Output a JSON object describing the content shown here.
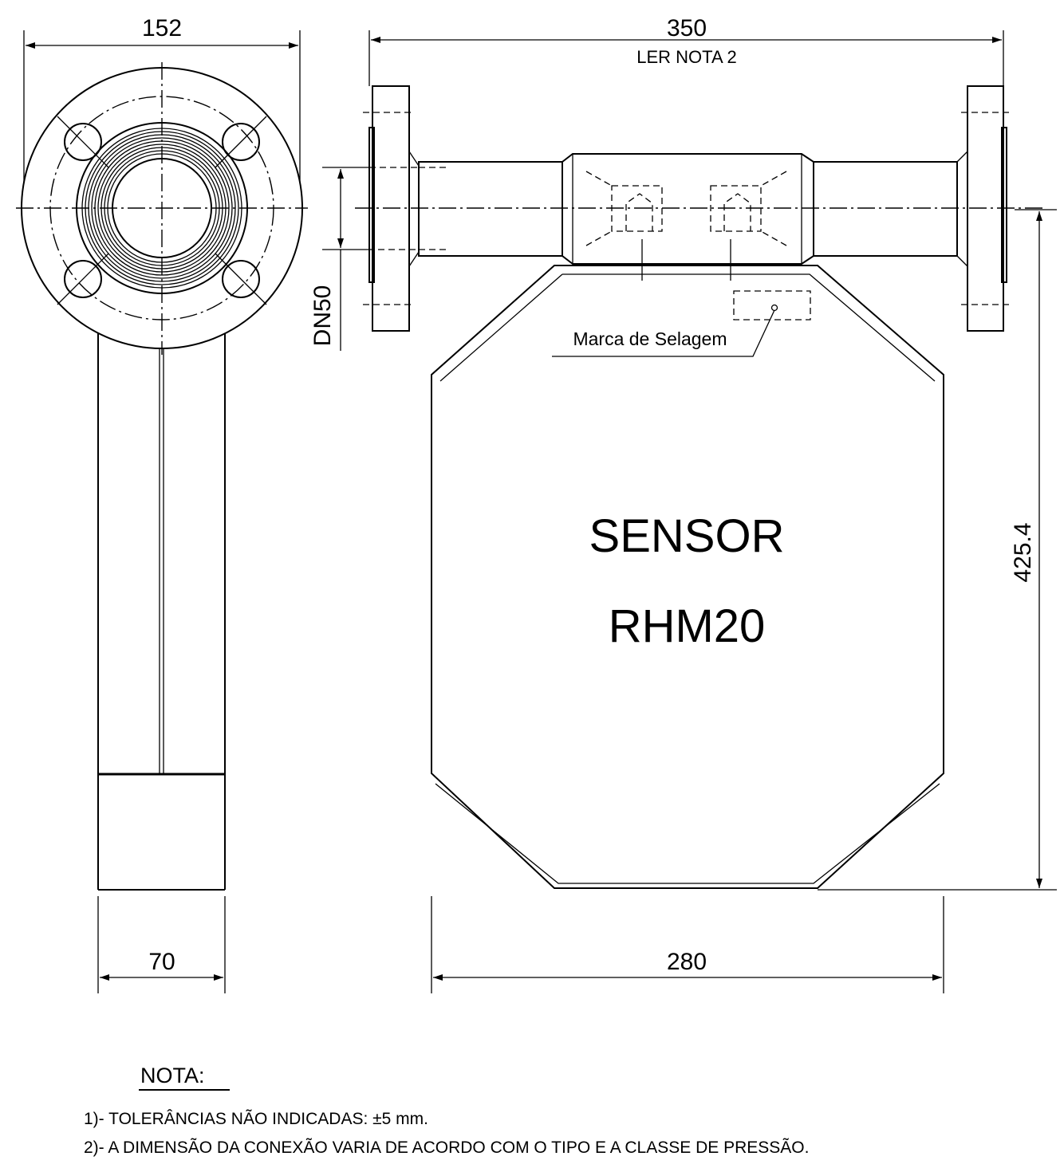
{
  "dimensions": {
    "flange_diameter": "152",
    "overall_length": "350",
    "length_note": "LER NOTA 2",
    "nominal_diameter": "DN50",
    "height": "425.4",
    "side_width": "70",
    "housing_width": "280"
  },
  "callout": {
    "seal_mark": "Marca de Selagem"
  },
  "body_label": {
    "line1": "SENSOR",
    "line2": "RHM20"
  },
  "notes": {
    "heading": "NOTA:",
    "items": [
      "1)- TOLERÂNCIAS NÃO INDICADAS: ±5 mm.",
      "2)- A DIMENSÃO DA CONEXÃO VARIA DE ACORDO COM O TIPO E A CLASSE DE PRESSÃO."
    ]
  }
}
